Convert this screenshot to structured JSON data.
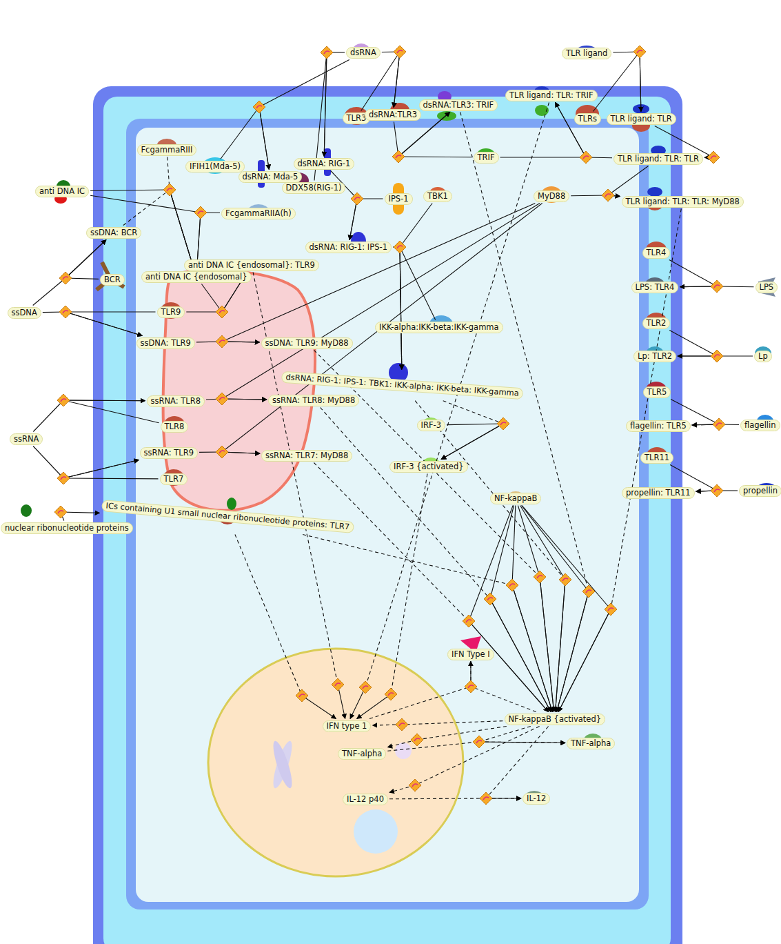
{
  "diagram": {
    "nodes": [
      {
        "text": [
          "dsRNA"
        ]
      },
      {
        "text": [
          "TLR ligand"
        ]
      },
      {
        "text": [
          "TLR3"
        ]
      },
      {
        "text": [
          "dsRNA:TLR3"
        ]
      },
      {
        "text": [
          "dsRNA:TLR3: TRIF"
        ]
      },
      {
        "text": [
          "TLR ligand: TLR: TRIF"
        ]
      },
      {
        "text": [
          "TLRs"
        ]
      },
      {
        "text": [
          "TLR ligand: TLR"
        ]
      },
      {
        "text": [
          "FcgammaRIII"
        ]
      },
      {
        "text": [
          "IFIH1(Mda-5)"
        ]
      },
      {
        "text": [
          "dsRNA: Mda-5"
        ]
      },
      {
        "text": [
          "dsRNA: RIG-1"
        ]
      },
      {
        "text": [
          "DDX58(RIG-1)"
        ]
      },
      {
        "text": [
          "TRIF"
        ]
      },
      {
        "text": [
          "TLR ligand: TLR: TLR"
        ]
      },
      {
        "text": [
          "anti DNA IC"
        ]
      },
      {
        "text": [
          "IPS-1"
        ]
      },
      {
        "text": [
          "TBK1"
        ]
      },
      {
        "text": [
          "MyD88"
        ]
      },
      {
        "text": [
          "TLR ligand: TLR: TLR: MyD88"
        ]
      },
      {
        "text": [
          "FcgammaRIIA(h)"
        ]
      },
      {
        "text": [
          "ssDNA: BCR"
        ]
      },
      {
        "text": [
          "dsRNA: RIG-1: IPS-1"
        ]
      },
      {
        "text": [
          "TLR4"
        ]
      },
      {
        "text": [
          "anti DNA IC {endosomal}: TLR9"
        ]
      },
      {
        "text": [
          "anti DNA IC {endosomal}"
        ]
      },
      {
        "text": [
          "BCR"
        ]
      },
      {
        "text": [
          "LPS: TLR4"
        ]
      },
      {
        "text": [
          "LPS"
        ]
      },
      {
        "text": [
          "ssDNA"
        ]
      },
      {
        "text": [
          "TLR9"
        ]
      },
      {
        "text": [
          "IKK-alpha:IKK-beta:IKK-gamma"
        ]
      },
      {
        "text": [
          "TLR2"
        ]
      },
      {
        "text": [
          "ssDNA: TLR9"
        ]
      },
      {
        "text": [
          "ssDNA: TLR9: MyD88"
        ]
      },
      {
        "text": [
          "Lp: TLR2"
        ]
      },
      {
        "text": [
          "Lp"
        ]
      },
      {
        "text": [
          "dsRNA: RIG-1: IPS-1: TBK1: IKK-alpha: IKK-beta: IKK-gamma"
        ]
      },
      {
        "text": [
          "TLR5"
        ]
      },
      {
        "text": [
          "ssRNA: TLR8"
        ]
      },
      {
        "text": [
          "ssRNA: TLR8: MyD88"
        ]
      },
      {
        "text": [
          "TLR8"
        ]
      },
      {
        "text": [
          "flagellin: TLR5"
        ]
      },
      {
        "text": [
          "flagellin"
        ]
      },
      {
        "text": [
          "IRF-3"
        ]
      },
      {
        "text": [
          "ssRNA"
        ]
      },
      {
        "text": [
          "ssRNA: TLR9"
        ]
      },
      {
        "text": [
          "ssRNA: TLR7: MyD88"
        ]
      },
      {
        "text": [
          "TLR11"
        ]
      },
      {
        "text": [
          "IRF-3 {activated}"
        ]
      },
      {
        "text": [
          "TLR7"
        ]
      },
      {
        "text": [
          "propellin: TLR11"
        ]
      },
      {
        "text": [
          "propellin"
        ]
      },
      {
        "text": [
          "NF-kappaB"
        ]
      },
      {
        "text": [
          "ICs containing U1 small nuclear ribonucleotide proteins: TLR7"
        ]
      },
      {
        "text": [
          "nuclear ribonucleotide proteins"
        ]
      },
      {
        "text": [
          "IFN Type I"
        ]
      },
      {
        "text": [
          "NF-kappaB {activated}"
        ]
      },
      {
        "text": [
          "IFN type 1"
        ]
      },
      {
        "text": [
          "TNF-alpha"
        ]
      },
      {
        "text": [
          "TNF-alpha"
        ]
      },
      {
        "text": [
          "IL-12 p40"
        ]
      },
      {
        "text": [
          "IL-12"
        ]
      }
    ],
    "edges": [
      {
        "from": 12,
        "to": 11,
        "arrow": "to"
      },
      {
        "from": 0,
        "to": 11,
        "arrow": "to"
      },
      {
        "from": 0,
        "to": 3,
        "arrow": "to"
      },
      {
        "from": 2,
        "to": 3,
        "arrow": "to"
      },
      {
        "from": 0,
        "to": 10,
        "arrow": "to"
      },
      {
        "from": 9,
        "to": 10,
        "arrow": "to"
      },
      {
        "from": 3,
        "to": 4,
        "arrow": "to"
      },
      {
        "from": 13,
        "to": 4,
        "arrow": "to"
      },
      {
        "from": 13,
        "to": 5,
        "arrow": "to"
      },
      {
        "from": 14,
        "to": 5,
        "arrow": "to"
      },
      {
        "from": 1,
        "to": 7,
        "arrow": "to"
      },
      {
        "from": 6,
        "to": 7,
        "arrow": "to"
      },
      {
        "from": 7,
        "to": 14,
        "arrow": "to"
      },
      {
        "from": 14,
        "to": 19,
        "arrow": "to"
      },
      {
        "from": 18,
        "to": 19,
        "arrow": "to"
      },
      {
        "from": 11,
        "to": 22,
        "arrow": "to"
      },
      {
        "from": 16,
        "to": 22,
        "arrow": "to"
      },
      {
        "from": 22,
        "to": 37,
        "arrow": "to"
      },
      {
        "from": 17,
        "to": 37,
        "arrow": "to"
      },
      {
        "from": 31,
        "to": 37,
        "arrow": "to"
      },
      {
        "from": 15,
        "to": 25,
        "arrow": "to"
      },
      {
        "from": 8,
        "to": 25,
        "arrow": "to"
      },
      {
        "from": 21,
        "to": 25,
        "arrow": "to"
      },
      {
        "from": 20,
        "to": 25,
        "arrow": "to"
      },
      {
        "from": 15,
        "to": 25,
        "arrow": "to"
      },
      {
        "from": 25,
        "to": 24,
        "arrow": "to"
      },
      {
        "from": 30,
        "to": 24,
        "arrow": "to"
      },
      {
        "from": 29,
        "to": 21,
        "arrow": "to"
      },
      {
        "from": 26,
        "to": 21,
        "arrow": "to"
      },
      {
        "from": 29,
        "to": 33,
        "arrow": "to"
      },
      {
        "from": 30,
        "to": 33,
        "arrow": "to"
      },
      {
        "from": 33,
        "to": 34,
        "arrow": "to"
      },
      {
        "from": 18,
        "to": 34,
        "arrow": "to"
      },
      {
        "from": 45,
        "to": 39,
        "arrow": "to"
      },
      {
        "from": 41,
        "to": 39,
        "arrow": "to"
      },
      {
        "from": 39,
        "to": 40,
        "arrow": "to"
      },
      {
        "from": 18,
        "to": 40,
        "arrow": "to"
      },
      {
        "from": 45,
        "to": 46,
        "arrow": "to"
      },
      {
        "from": 50,
        "to": 46,
        "arrow": "to"
      },
      {
        "from": 46,
        "to": 47,
        "arrow": "to"
      },
      {
        "from": 18,
        "to": 47,
        "arrow": "to"
      },
      {
        "from": 55,
        "to": 54,
        "arrow": "to"
      },
      {
        "from": 28,
        "to": 27,
        "arrow": "to"
      },
      {
        "from": 23,
        "to": 27,
        "arrow": "to"
      },
      {
        "from": 36,
        "to": 35,
        "arrow": "to"
      },
      {
        "from": 32,
        "to": 35,
        "arrow": "to"
      },
      {
        "from": 43,
        "to": 42,
        "arrow": "to"
      },
      {
        "from": 38,
        "to": 42,
        "arrow": "to"
      },
      {
        "from": 52,
        "to": 51,
        "arrow": "to"
      },
      {
        "from": 48,
        "to": 51,
        "arrow": "to"
      },
      {
        "from": 44,
        "to": 49,
        "arrow": "to"
      },
      {
        "from": 37,
        "to": 49,
        "arrow": "to"
      },
      {
        "from": 53,
        "to": 57,
        "arrow": "to"
      },
      {
        "from": 53,
        "to": 57,
        "arrow": "to"
      },
      {
        "from": 53,
        "to": 57,
        "arrow": "to"
      },
      {
        "from": 53,
        "to": 57,
        "arrow": "to"
      },
      {
        "from": 53,
        "to": 57,
        "arrow": "to"
      },
      {
        "from": 53,
        "to": 57,
        "arrow": "to"
      },
      {
        "from": 53,
        "to": 57,
        "arrow": "to"
      },
      {
        "from": 47,
        "to": 57,
        "arrow": "to"
      },
      {
        "from": 40,
        "to": 57,
        "arrow": "to"
      },
      {
        "from": 54,
        "to": 57,
        "arrow": "to"
      },
      {
        "from": 34,
        "to": 57,
        "arrow": "to"
      },
      {
        "from": 37,
        "to": 57,
        "arrow": "to"
      },
      {
        "from": 4,
        "to": 57,
        "arrow": "to"
      },
      {
        "from": 19,
        "to": 57,
        "arrow": "to"
      },
      {
        "from": 54,
        "to": 58,
        "arrow": "to"
      },
      {
        "from": 24,
        "to": 58,
        "arrow": "to"
      },
      {
        "from": 5,
        "to": 58,
        "arrow": "to"
      },
      {
        "from": 49,
        "to": 58,
        "arrow": "to"
      },
      {
        "from": 58,
        "to": 56,
        "arrow": "to"
      },
      {
        "from": 57,
        "to": 58,
        "arrow": "to"
      },
      {
        "from": 57,
        "to": 59,
        "arrow": "to"
      },
      {
        "from": 59,
        "to": 60,
        "arrow": "to"
      },
      {
        "from": 57,
        "to": 61,
        "arrow": "to"
      },
      {
        "from": 61,
        "to": 62,
        "arrow": "to"
      },
      {
        "from": 57,
        "to": 56,
        "arrow": "to"
      },
      {
        "from": 57,
        "to": 60,
        "arrow": "to"
      },
      {
        "from": 57,
        "to": 62,
        "arrow": "to"
      }
    ]
  }
}
